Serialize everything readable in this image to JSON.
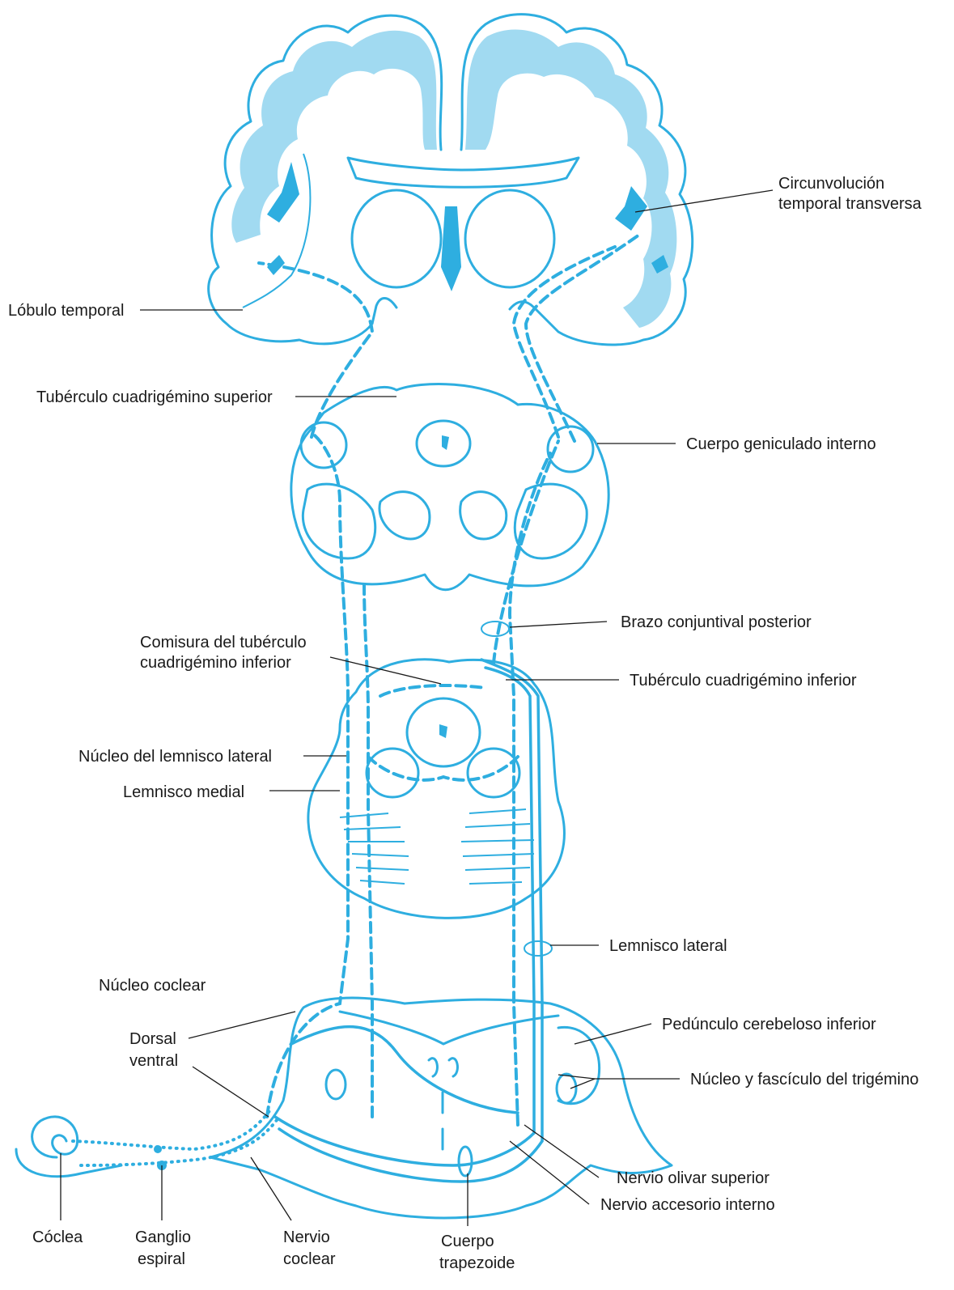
{
  "colors": {
    "structure": "#2eaee0",
    "label": "#1a1a1a",
    "background": "#ffffff"
  },
  "labels": {
    "circunvolucion_1": "Circunvolución",
    "circunvolucion_2": "temporal transversa",
    "lobulo_temporal": "Lóbulo temporal",
    "tuberculo_superior": "Tubérculo cuadrigémino superior",
    "cuerpo_geniculado": "Cuerpo geniculado interno",
    "brazo_conjuntival": "Brazo conjuntival posterior",
    "comisura_1": "Comisura del tubérculo",
    "comisura_2": "cuadrigémino inferior",
    "tuberculo_inferior": "Tubérculo cuadrigémino inferior",
    "nucleo_lemnisco": "Núcleo del lemnisco lateral",
    "lemnisco_medial": "Lemnisco medial",
    "lemnisco_lateral": "Lemnisco lateral",
    "nucleo_coclear": "Núcleo coclear",
    "pedunculo": "Pedúnculo cerebeloso inferior",
    "dorsal": "Dorsal",
    "ventral": "ventral",
    "trigemino": "Núcleo y fascículo del trigémino",
    "olivar": "Nervio olivar superior",
    "accesorio": "Nervio accesorio interno",
    "coclea": "Cóclea",
    "ganglio_1": "Ganglio",
    "ganglio_2": "espiral",
    "nervio_coclear_1": "Nervio",
    "nervio_coclear_2": "coclear",
    "cuerpo_trap_1": "Cuerpo",
    "cuerpo_trap_2": "trapezoide"
  }
}
